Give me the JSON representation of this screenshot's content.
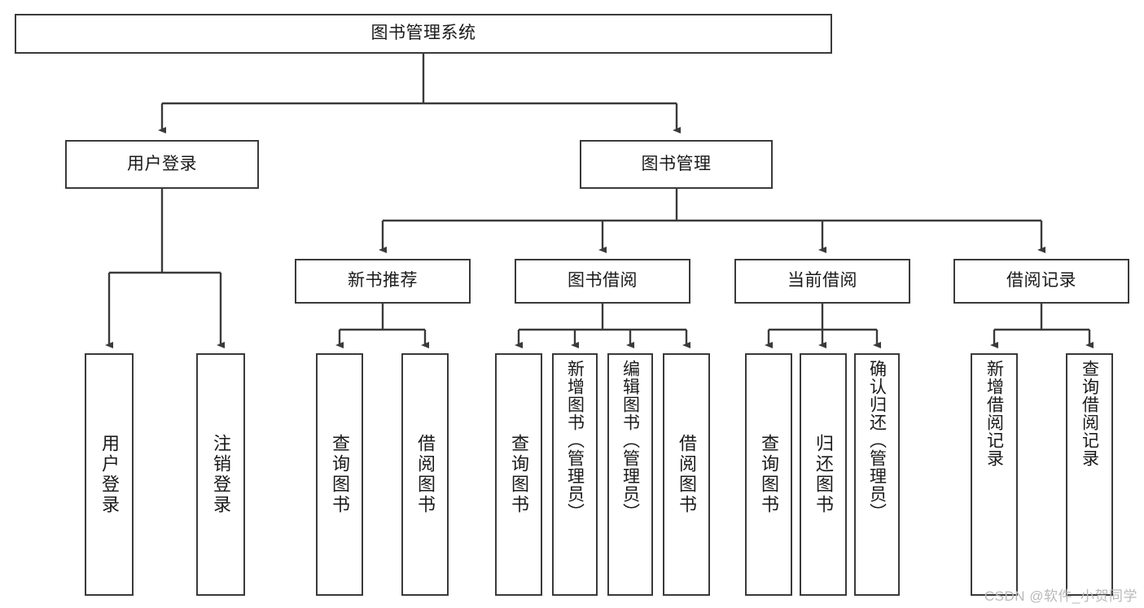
{
  "diagram": {
    "title_node": {
      "label": "图书管理系统"
    },
    "level1": [
      {
        "id": "user-login",
        "label": "用户登录"
      },
      {
        "id": "book-manage",
        "label": "图书管理"
      }
    ],
    "level2": [
      {
        "id": "new-book-rec",
        "label": "新书推荐"
      },
      {
        "id": "book-borrow",
        "label": "图书借阅"
      },
      {
        "id": "current-borrow",
        "label": "当前借阅"
      },
      {
        "id": "borrow-record",
        "label": "借阅记录"
      }
    ],
    "leaves": [
      {
        "id": "leaf-user-login",
        "label": "用户登录"
      },
      {
        "id": "leaf-logout",
        "label": "注销登录"
      },
      {
        "id": "leaf-query-book-1",
        "label": "查询图书"
      },
      {
        "id": "leaf-borrow-book-1",
        "label": "借阅图书"
      },
      {
        "id": "leaf-query-book-2",
        "label": "查询图书"
      },
      {
        "id": "leaf-add-book",
        "label": "新增图书（管理员）"
      },
      {
        "id": "leaf-edit-book",
        "label": "编辑图书（管理员）"
      },
      {
        "id": "leaf-borrow-book-2",
        "label": "借阅图书"
      },
      {
        "id": "leaf-query-book-3",
        "label": "查询图书"
      },
      {
        "id": "leaf-return-book",
        "label": "归还图书"
      },
      {
        "id": "leaf-confirm-return",
        "label": "确认归还（管理员）"
      },
      {
        "id": "leaf-add-record",
        "label": "新增借阅记录"
      },
      {
        "id": "leaf-query-record",
        "label": "查询借阅记录"
      }
    ],
    "watermark": "CSDN @软件_小贺同学",
    "colors": {
      "stroke": "#3a3a3a",
      "background": "#ffffff",
      "text": "#1a1a1a",
      "watermark": "#b9b9b9"
    }
  }
}
